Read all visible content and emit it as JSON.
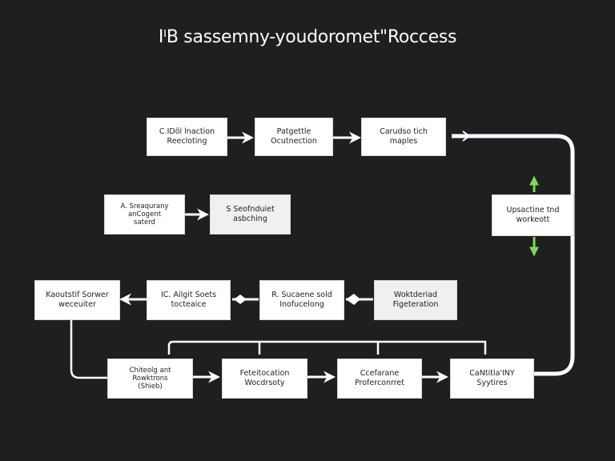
{
  "title": "IᴵB sassemny-youdoromet\"Roccess",
  "colors": {
    "background": "#1f1f21",
    "box": "#ffffff",
    "connector": "#ffffff",
    "accent_arrow": "#7ed957"
  },
  "nodes": {
    "row1": [
      {
        "line1": "C.IDöl lnaction",
        "line2": "Reecloting"
      },
      {
        "line1": "Patgettle",
        "line2": "Ocutnection"
      },
      {
        "line1": "Carudso tich",
        "line2": "maples"
      }
    ],
    "row2": [
      {
        "line1": "A. Sreaqurany",
        "line2": "anCogent",
        "line3": "saterd"
      },
      {
        "line1": "S Seofnduiet",
        "line2": "asbching"
      }
    ],
    "side": {
      "line1": "Upsactine tnd",
      "line2": "workeott"
    },
    "row3": [
      {
        "line1": "Kaoutstif Sorwer",
        "line2": "weceuiter"
      },
      {
        "line1": "IC. Ailgit Soets",
        "line2": "tocteaice"
      },
      {
        "line1": "R. Sucaene sold",
        "line2": "Inofucelong"
      },
      {
        "line1": "Woktderiad",
        "line2": "Figeteration"
      }
    ],
    "row4": [
      {
        "line1": "Chiteolg ant",
        "line2": "Rowktrons",
        "line3": "(Shieb)"
      },
      {
        "line1": "Feteitocation",
        "line2": "Wocdrsoty"
      },
      {
        "line1": "Ccefarane",
        "line2": "Proferconrret"
      },
      {
        "line1": "CaNtitla'INY",
        "line2": "Syytires"
      }
    ]
  }
}
